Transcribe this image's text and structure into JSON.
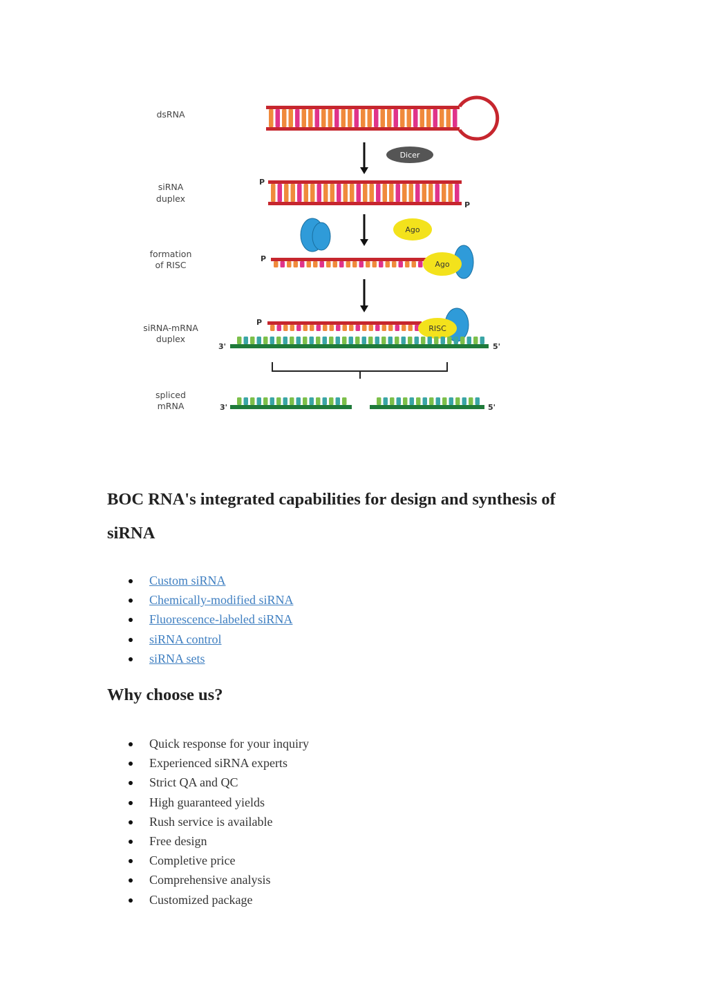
{
  "figure": {
    "stage_labels": [
      [
        "dsRNA"
      ],
      [
        "siRNA",
        "duplex"
      ],
      [
        "formation",
        "of RISC"
      ],
      [
        "siRNA-mRNA",
        "duplex"
      ],
      [
        "spliced",
        "mRNA"
      ]
    ],
    "dicer_label": "Dicer",
    "ago_label": "Ago",
    "risc_label": "RISC",
    "phosphate_label": "P",
    "three_prime": "3'",
    "five_prime": "5'",
    "colors": {
      "rna_strand": "#c6262e",
      "base_pink": "#e0338a",
      "base_orange": "#f08a3c",
      "mrna_strand": "#1f7a3a",
      "base_teal": "#3aa5a5",
      "base_green": "#7cbf4a",
      "dicer": "#555555",
      "ago": "#f3e21c",
      "protein_blue": "#2f9bd9"
    }
  },
  "section1": {
    "heading": "BOC RNA's integrated capabilities for design and synthesis of siRNA",
    "links": [
      "Custom siRNA",
      "Chemically-modified siRNA",
      "Fluorescence-labeled siRNA",
      "siRNA control",
      "siRNA sets"
    ]
  },
  "section2": {
    "heading": "Why choose us?",
    "items": [
      "Quick response for your inquiry",
      "Experienced siRNA experts",
      "Strict QA and QC",
      "High guaranteed yields",
      "Rush service is available",
      "Free design",
      "Completive price",
      "Comprehensive analysis",
      "Customized package"
    ]
  }
}
